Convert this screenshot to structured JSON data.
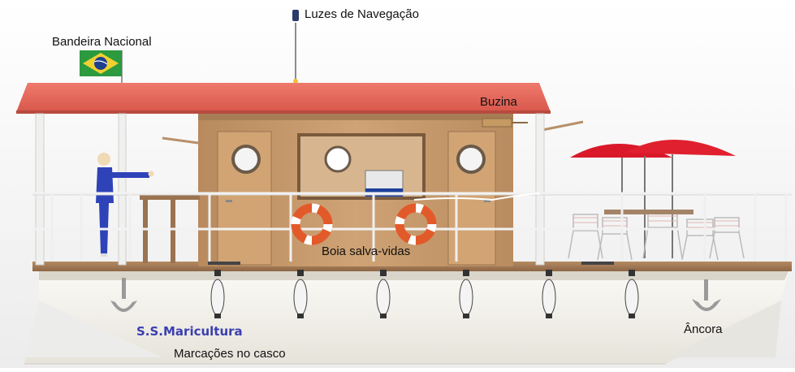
{
  "labels": {
    "nav_lights": "Luzes de Navegação",
    "flag": "Bandeira Nacional",
    "horn": "Buzina",
    "lifebuoy": "Boia salva-vidas",
    "anchor": "Âncora",
    "hull_markings": "Marcações no casco",
    "hull_name": "S.S.Maricultura"
  },
  "colors": {
    "roof": "#e8675a",
    "wood": "#c8996b",
    "hull": "#f7f5ef",
    "umbrella": "#d9192a",
    "rail": "#f2f2f2",
    "hull_name": "#3a3fb0"
  }
}
